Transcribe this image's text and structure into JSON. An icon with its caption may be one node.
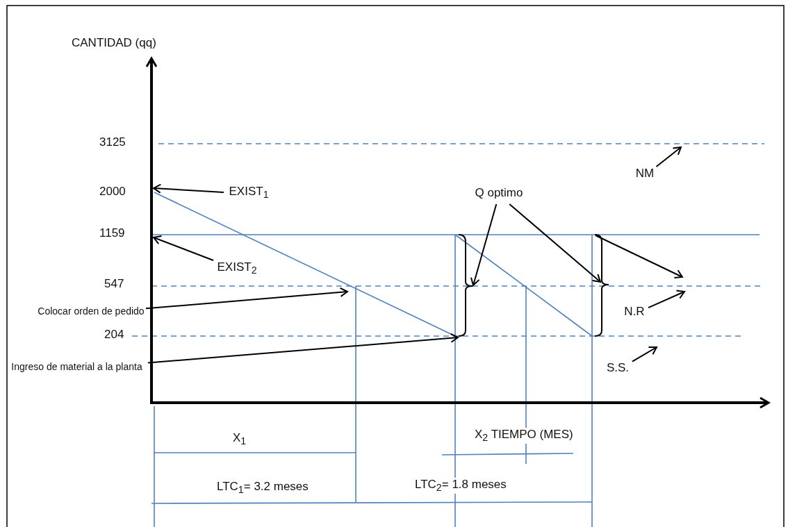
{
  "diagram": {
    "nodes": [
      {
        "text": [
          "EXIST$_{1}$"
        ]
      },
      {
        "text": [
          "EXIST$_{2}$"
        ]
      },
      {
        "text": [
          "Colocar orden de pedido"
        ]
      },
      {
        "text": [
          "Ingreso de material a la planta"
        ]
      },
      {
        "text": [
          "Q optimo"
        ]
      },
      {
        "text": [
          "NM"
        ]
      },
      {
        "text": [
          "N.R"
        ]
      },
      {
        "text": [
          "S.S."
        ]
      },
      {
        "text": [],
        "shape": "line"
      },
      {
        "text": [],
        "shape": "bracket"
      },
      {
        "text": [],
        "shape": "bracket"
      }
    ],
    "edges": [
      {
        "from": 0,
        "to": 8,
        "arrow": "to"
      },
      {
        "from": 1,
        "to": 8,
        "arrow": "to"
      },
      {
        "from": 2,
        "to": null,
        "arrow": "to"
      },
      {
        "from": 3,
        "to": 9,
        "arrow": "to"
      },
      {
        "from": 4,
        "to": 9,
        "arrow": "to"
      },
      {
        "from": 4,
        "to": 10,
        "arrow": "to"
      },
      {
        "from": 5,
        "to": null,
        "arrow": "to"
      },
      {
        "from": 6,
        "to": null,
        "arrow": "to"
      },
      {
        "from": 7,
        "to": null,
        "arrow": "to"
      },
      {
        "from": 10,
        "to": null,
        "arrow": "to"
      }
    ],
    "labels": [
      "CANTIDAD (qq)",
      "3125",
      "2000",
      "1159",
      "547",
      "204",
      "X$_{1}$",
      "X$_{2}$ TIEMPO (MES)",
      "LTC$_{1}$= 3.2 meses",
      "LTC$_{2}$= 1.8 meses"
    ]
  }
}
